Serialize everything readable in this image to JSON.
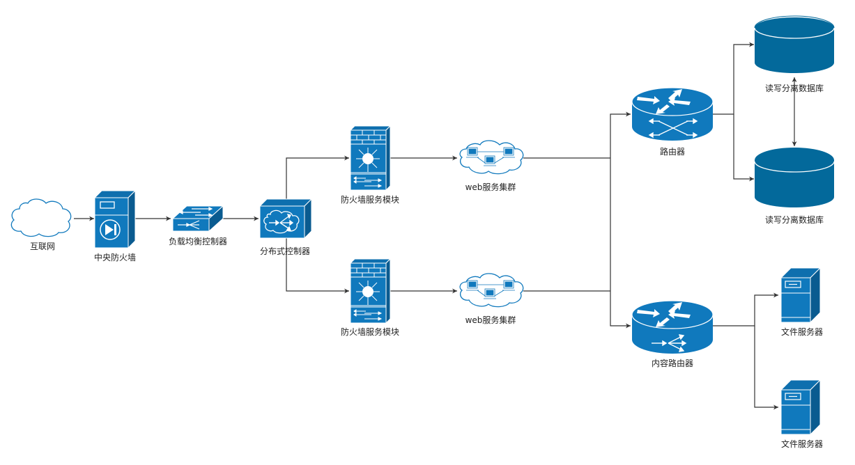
{
  "diagram": {
    "title": "",
    "colors": {
      "device_fill": "#1079bd",
      "device_dark": "#0b5f95",
      "database_fill": "#03699b",
      "cloud_stroke": "#1079bd",
      "connector": "#333333",
      "label_text": "#222222"
    },
    "nodes": [
      {
        "id": "internet",
        "label": "互联网",
        "icon": "cloud-icon"
      },
      {
        "id": "central-firewall",
        "label": "中央防火墙",
        "icon": "firewall-server-icon"
      },
      {
        "id": "load-balancer",
        "label": "负载均衡控制器",
        "icon": "switch-icon"
      },
      {
        "id": "distributed-controller",
        "label": "分布式控制器",
        "icon": "cloud-controller-icon"
      },
      {
        "id": "fw-module-1",
        "label": "防火墙服务模块",
        "icon": "firewall-module-icon"
      },
      {
        "id": "fw-module-2",
        "label": "防火墙服务模块",
        "icon": "firewall-module-icon"
      },
      {
        "id": "web-cluster-1",
        "label": "web服务集群",
        "icon": "web-cluster-icon"
      },
      {
        "id": "web-cluster-2",
        "label": "web服务集群",
        "icon": "web-cluster-icon"
      },
      {
        "id": "router",
        "label": "路由器",
        "icon": "router-icon"
      },
      {
        "id": "content-router",
        "label": "内容路由器",
        "icon": "content-router-icon"
      },
      {
        "id": "db-1",
        "label": "读写分离数据库",
        "icon": "database-icon"
      },
      {
        "id": "db-2",
        "label": "读写分离数据库",
        "icon": "database-icon"
      },
      {
        "id": "file-server-1",
        "label": "文件服务器",
        "icon": "file-server-icon"
      },
      {
        "id": "file-server-2",
        "label": "文件服务器",
        "icon": "file-server-icon"
      }
    ],
    "edges": [
      {
        "from": "internet",
        "to": "central-firewall",
        "arrow": "end"
      },
      {
        "from": "central-firewall",
        "to": "load-balancer",
        "arrow": "end"
      },
      {
        "from": "load-balancer",
        "to": "distributed-controller",
        "arrow": "end"
      },
      {
        "from": "distributed-controller",
        "to": "fw-module-1",
        "arrow": "end"
      },
      {
        "from": "distributed-controller",
        "to": "fw-module-2",
        "arrow": "end"
      },
      {
        "from": "fw-module-1",
        "to": "web-cluster-1",
        "arrow": "end"
      },
      {
        "from": "fw-module-2",
        "to": "web-cluster-2",
        "arrow": "end"
      },
      {
        "from": "web-cluster-1",
        "to": "router",
        "arrow": "end"
      },
      {
        "from": "web-cluster-1",
        "to": "content-router",
        "arrow": "end"
      },
      {
        "from": "web-cluster-2",
        "to": "router",
        "arrow": "end"
      },
      {
        "from": "web-cluster-2",
        "to": "content-router",
        "arrow": "end"
      },
      {
        "from": "router",
        "to": "db-1",
        "arrow": "end"
      },
      {
        "from": "router",
        "to": "db-2",
        "arrow": "end"
      },
      {
        "from": "db-1",
        "to": "db-2",
        "arrow": "both"
      },
      {
        "from": "content-router",
        "to": "file-server-1",
        "arrow": "end"
      },
      {
        "from": "content-router",
        "to": "file-server-2",
        "arrow": "end"
      }
    ]
  }
}
